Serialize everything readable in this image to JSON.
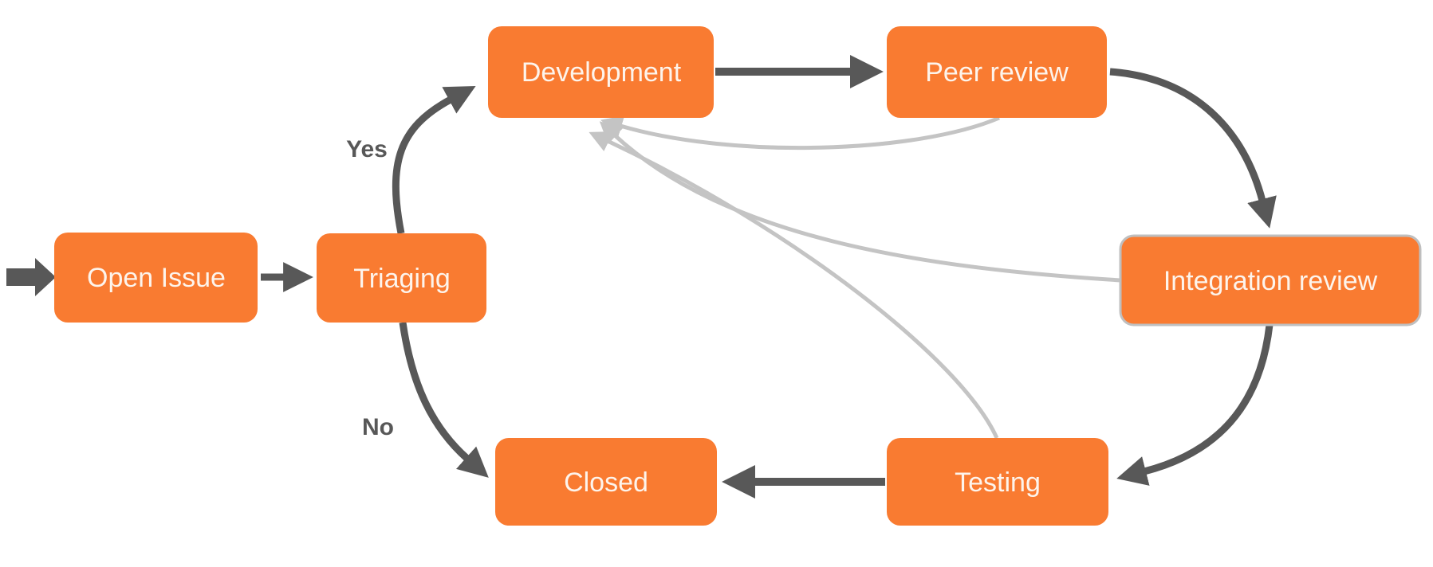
{
  "diagram": {
    "nodes": [
      {
        "id": "open-issue",
        "label": "Open Issue"
      },
      {
        "id": "triaging",
        "label": "Triaging"
      },
      {
        "id": "development",
        "label": "Development"
      },
      {
        "id": "peer-review",
        "label": "Peer review"
      },
      {
        "id": "integration-review",
        "label": "Integration review"
      },
      {
        "id": "testing",
        "label": "Testing"
      },
      {
        "id": "closed",
        "label": "Closed"
      }
    ],
    "edge_labels": {
      "yes": "Yes",
      "no": "No"
    },
    "edges": [
      {
        "from": "start",
        "to": "open-issue",
        "style": "dark"
      },
      {
        "from": "open-issue",
        "to": "triaging",
        "style": "dark"
      },
      {
        "from": "triaging",
        "to": "development",
        "style": "dark",
        "label": "Yes"
      },
      {
        "from": "triaging",
        "to": "closed",
        "style": "dark",
        "label": "No"
      },
      {
        "from": "development",
        "to": "peer-review",
        "style": "dark"
      },
      {
        "from": "peer-review",
        "to": "integration-review",
        "style": "dark"
      },
      {
        "from": "integration-review",
        "to": "testing",
        "style": "dark"
      },
      {
        "from": "testing",
        "to": "closed",
        "style": "dark"
      },
      {
        "from": "peer-review",
        "to": "development",
        "style": "light"
      },
      {
        "from": "integration-review",
        "to": "development",
        "style": "light"
      },
      {
        "from": "testing",
        "to": "development",
        "style": "light"
      }
    ],
    "colors": {
      "node_fill": "#F97B31",
      "node_text": "#FDF4EC",
      "edge_dark": "#585858",
      "edge_light": "#C4C4C4",
      "integration_review_border": "#BFBFBF",
      "edge_label_text": "#585858",
      "background": "#FFFFFF"
    }
  }
}
